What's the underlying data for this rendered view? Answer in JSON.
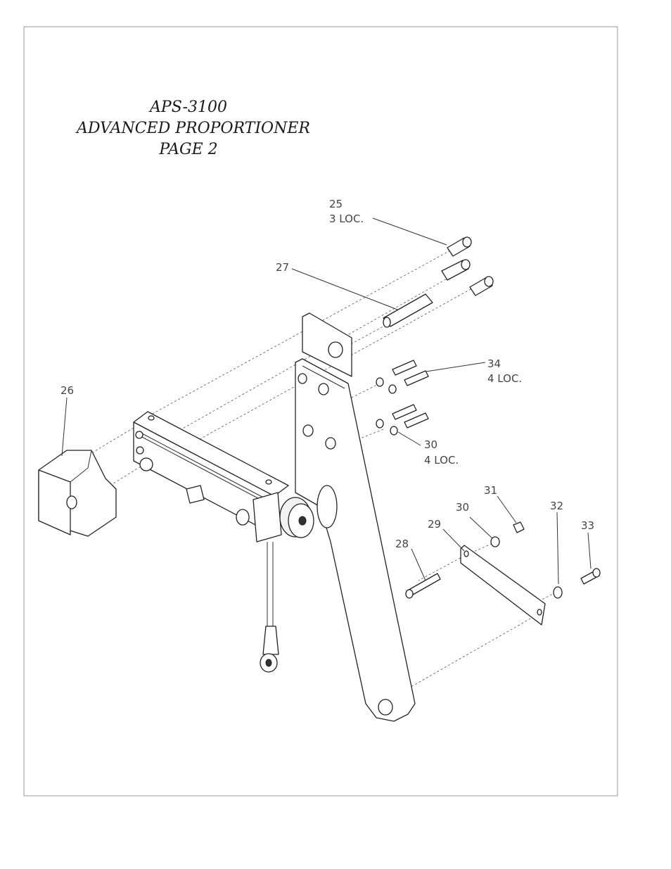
{
  "title": {
    "line1": "APS-3100",
    "line2": "ADVANCED PROPORTIONER",
    "line3": "PAGE 2"
  },
  "callouts": {
    "c25": {
      "num": "25",
      "loc": "3 LOC."
    },
    "c26": {
      "num": "26"
    },
    "c27": {
      "num": "27"
    },
    "c28": {
      "num": "28"
    },
    "c29": {
      "num": "29"
    },
    "c30a": {
      "num": "30",
      "loc": "4 LOC."
    },
    "c30b": {
      "num": "30"
    },
    "c31": {
      "num": "31"
    },
    "c32": {
      "num": "32"
    },
    "c33": {
      "num": "33"
    },
    "c34": {
      "num": "34",
      "loc": "4 LOC."
    }
  }
}
